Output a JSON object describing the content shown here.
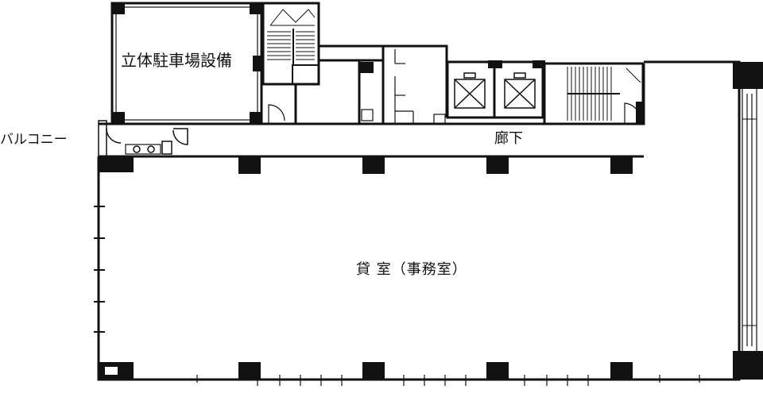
{
  "labels": {
    "parking": "立体駐車場設備",
    "balcony": "バルコニー",
    "corridor": "廊下",
    "office": "貸 室（事務室）"
  },
  "colors": {
    "wall": "#111111",
    "background": "#ffffff"
  }
}
